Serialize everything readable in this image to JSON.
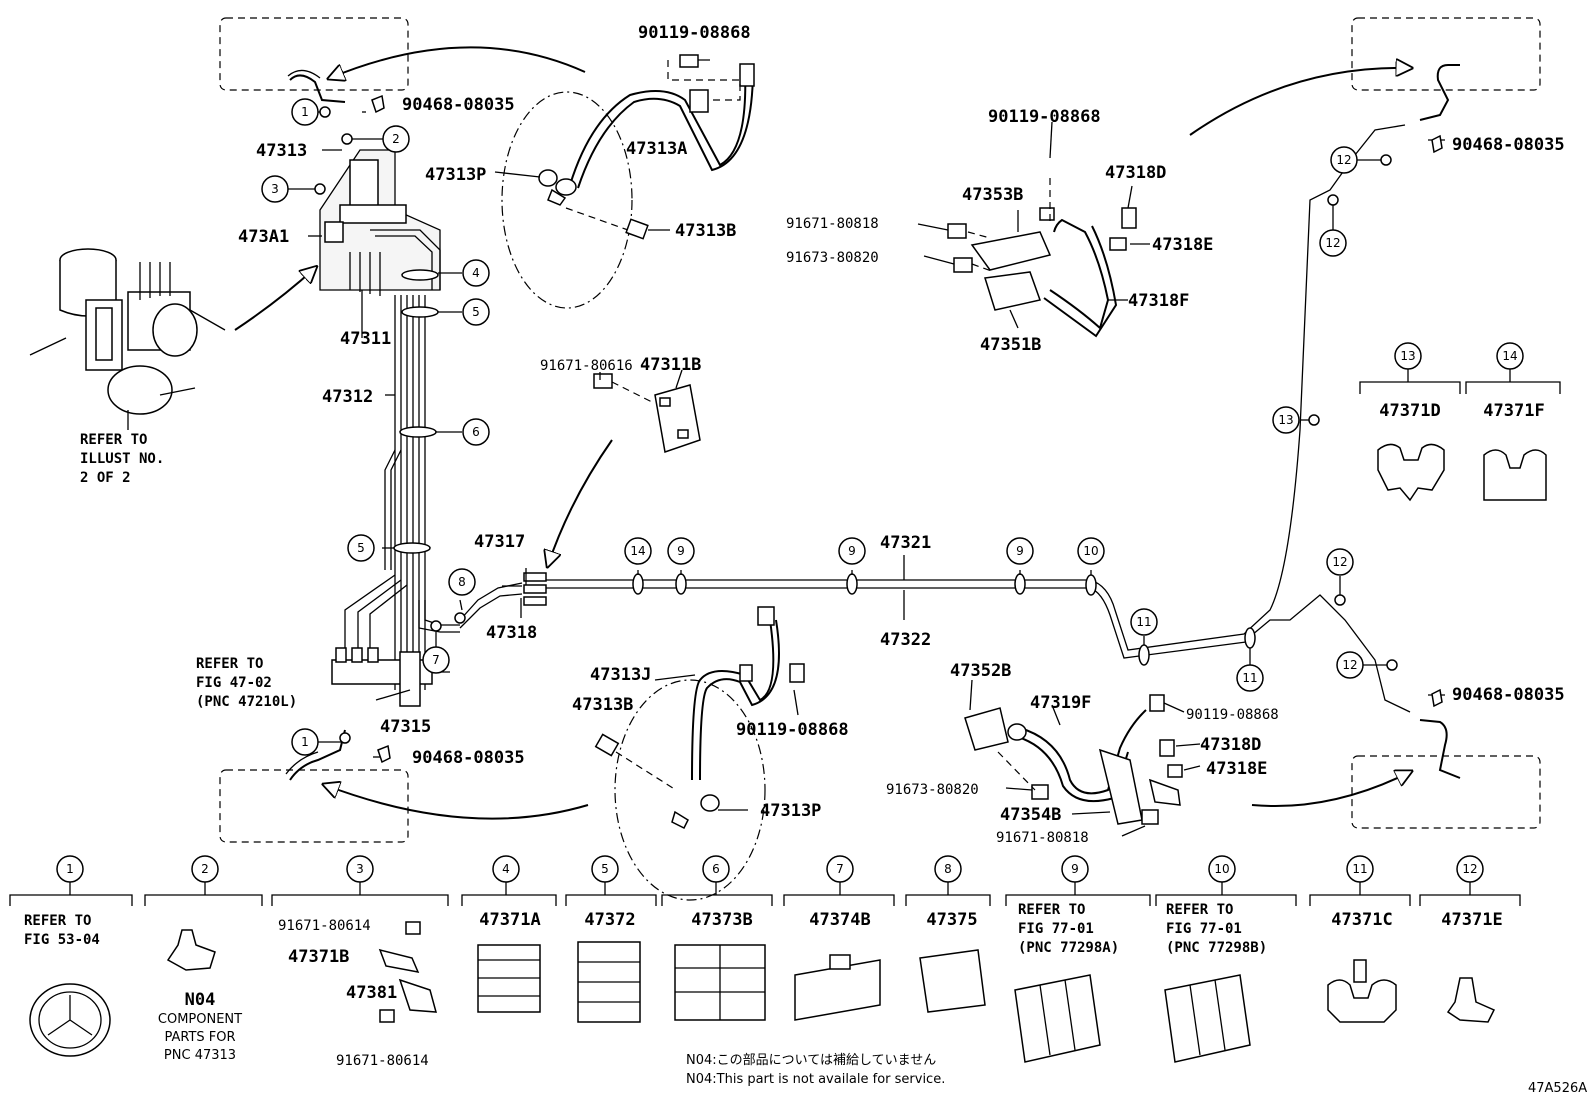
{
  "labels": {
    "p90119_top": "90119-08868",
    "p90468_tl": "90468-08035",
    "p47313": "47313",
    "p47313P_top": "47313P",
    "p47313A": "47313A",
    "p47313B_top": "47313B",
    "p473A1": "473A1",
    "p47311": "47311",
    "p47312": "47312",
    "p91671_80616": "91671-80616",
    "p47311B": "47311B",
    "p47317": "47317",
    "p47318": "47318",
    "p47321": "47321",
    "p47322": "47322",
    "p47315": "47315",
    "p90468_bl": "90468-08035",
    "p47313J": "47313J",
    "p47313B_bot": "47313B",
    "p90119_bot": "90119-08868",
    "p47313P_bot": "47313P",
    "p90119_mid": "90119-08868",
    "p47353B": "47353B",
    "p47318D_top": "47318D",
    "p91671_80818_top": "91671-80818",
    "p47318E_top": "47318E",
    "p91673_80820_top": "91673-80820",
    "p47318F": "47318F",
    "p47351B": "47351B",
    "p90468_tr": "90468-08035",
    "p47352B": "47352B",
    "p47319F": "47319F",
    "p90119_br": "90119-08868",
    "p47318D_bot": "47318D",
    "p47318E_bot": "47318E",
    "p91673_80820_bot": "91673-80820",
    "p47354B": "47354B",
    "p91671_80818_bot": "91671-80818",
    "p90468_br": "90468-08035"
  },
  "refer_illust": [
    "REFER TO",
    "ILLUST NO.",
    "2 OF 2"
  ],
  "refer_fig4702": [
    "REFER TO",
    "FIG 47-02",
    "(PNC 47210L)"
  ],
  "callouts": [
    "1",
    "2",
    "3",
    "4",
    "5",
    "6",
    "7",
    "8",
    "9",
    "10",
    "11",
    "12",
    "13",
    "14"
  ],
  "legend": {
    "c1": {
      "num": "1",
      "lines": [
        "REFER TO",
        "FIG 53-04"
      ]
    },
    "c2": {
      "num": "2",
      "part": "N04",
      "note_lines": [
        "COMPONENT",
        "PARTS FOR",
        "PNC 47313"
      ]
    },
    "c3": {
      "num": "3",
      "parts": [
        "91671-80614",
        "47371B",
        "47381",
        "91671-80614"
      ]
    },
    "c4": {
      "num": "4",
      "part": "47371A"
    },
    "c5": {
      "num": "5",
      "part": "47372"
    },
    "c6": {
      "num": "6",
      "part": "47373B"
    },
    "c7": {
      "num": "7",
      "part": "47374B"
    },
    "c8": {
      "num": "8",
      "part": "47375"
    },
    "c9": {
      "num": "9",
      "lines": [
        "REFER TO",
        "FIG 77-01",
        "(PNC 77298A)"
      ]
    },
    "c10": {
      "num": "10",
      "lines": [
        "REFER TO",
        "FIG 77-01",
        "(PNC 77298B)"
      ]
    },
    "c11": {
      "num": "11",
      "part": "47371C"
    },
    "c12": {
      "num": "12",
      "part": "47371E"
    },
    "c13": {
      "num": "13",
      "part": "47371D"
    },
    "c14": {
      "num": "14",
      "part": "47371F"
    }
  },
  "notes": {
    "jp": "N04:この部品については補給していません",
    "en": "N04:This part is not availale for service."
  },
  "illust_id": "47A526A"
}
